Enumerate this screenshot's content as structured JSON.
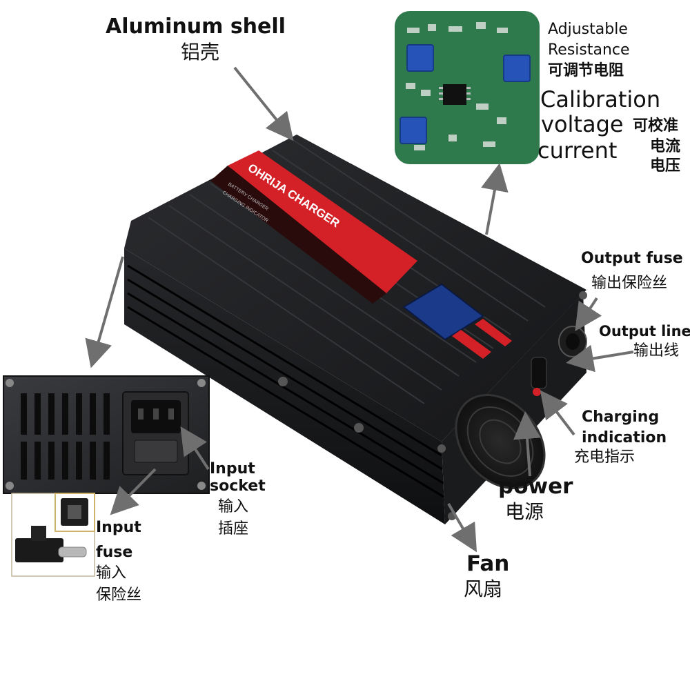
{
  "labels": {
    "aluminum_shell": {
      "en": "Aluminum shell",
      "cn": "铝壳"
    },
    "adjustable_resistance": {
      "en1": "Adjustable",
      "en2": "Resistance",
      "cn": "可调节电阻"
    },
    "calibration": {
      "en1": "Calibration",
      "en2": "voltage",
      "en3": "current",
      "cn1": "可校准",
      "cn2": "电流",
      "cn3": "电压"
    },
    "output_fuse": {
      "en": "Output fuse",
      "cn": "输出保险丝"
    },
    "output_line": {
      "en": "Output line",
      "cn": "输出线"
    },
    "charging_indication": {
      "en1": "Charging",
      "en2": "indication",
      "cn": "充电指示"
    },
    "power": {
      "en": "power",
      "cn": "电源"
    },
    "fan": {
      "en": "Fan",
      "cn": "风扇"
    },
    "input_socket": {
      "en1": "Input",
      "en2": "socket",
      "cn1": "输入",
      "cn2": "插座"
    },
    "input_fuse": {
      "en1": "Input",
      "en2": "fuse",
      "cn1": "输入",
      "cn2": "保险丝"
    }
  },
  "product": {
    "brand": "OHRIJA CHARGER",
    "subtitle_1": "BATTERY CHARGER",
    "subtitle_2": "CHARGING INDICATOR"
  },
  "colors": {
    "shell": "#1f2022",
    "accent_red": "#d42027",
    "pcb_green": "#2f7a4c",
    "arrow_gray": "#6f6f6f",
    "screen_blue": "#1b3a8a"
  }
}
